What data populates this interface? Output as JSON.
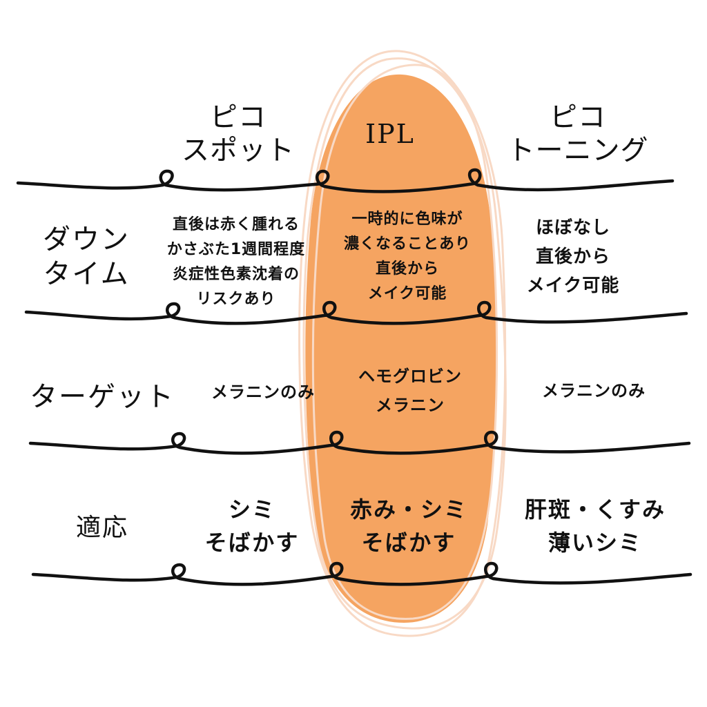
{
  "colors": {
    "highlight_fill": "#F5A461",
    "highlight_outline": "#F8D9C5",
    "ink": "#111111",
    "background": "#FFFFFF"
  },
  "headers": {
    "pico_spot": [
      "ピコ",
      "スポット"
    ],
    "ipl": "IPL",
    "pico_toning": [
      "ピコ",
      "トーニング"
    ]
  },
  "rows": [
    {
      "label": [
        "ダウン",
        "タイム"
      ],
      "pico_spot": [
        "直後は赤く腫れる",
        "かさぶた1週間程度",
        "炎症性色素沈着の",
        "リスクあり"
      ],
      "ipl": [
        "一時的に色味が",
        "濃くなることあり",
        "直後から",
        "メイク可能"
      ],
      "pico_toning": [
        "ほぼなし",
        "直後から",
        "メイク可能"
      ]
    },
    {
      "label": [
        "ターゲット"
      ],
      "pico_spot": [
        "メラニンのみ"
      ],
      "ipl": [
        "ヘモグロビン",
        "メラニン"
      ],
      "pico_toning": [
        "メラニンのみ"
      ]
    },
    {
      "label": [
        "適応"
      ],
      "pico_spot": [
        "シミ",
        "そばかす"
      ],
      "ipl": [
        "赤み・シミ",
        "そばかす"
      ],
      "pico_toning": [
        "肝斑・くすみ",
        "薄いシミ"
      ]
    }
  ]
}
